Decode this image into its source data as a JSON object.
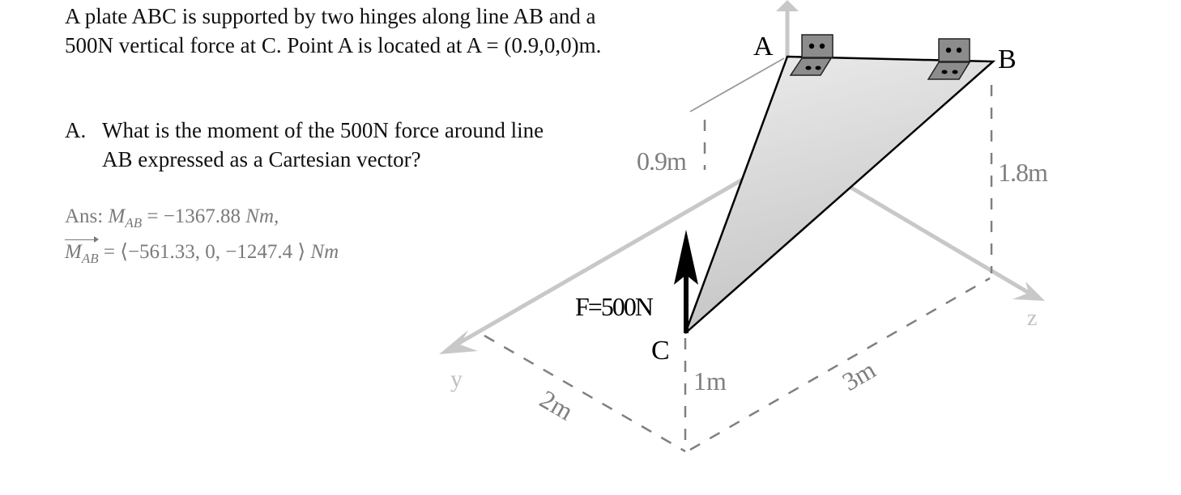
{
  "problem": {
    "statement": "A plate ABC is supported by two hinges along line AB and a 500N vertical force at C. Point A is located at A = (0.9,0,0)m."
  },
  "question": {
    "number": "A.",
    "line1": "What is the moment of the 500N force around line",
    "line2": "AB expressed as a Cartesian vector?"
  },
  "answer": {
    "prefix": "Ans:",
    "scalar_symbol": "M",
    "scalar_sub": "AB",
    "scalar_value": "= −1367.88",
    "scalar_unit": "Nm,",
    "vector_symbol": "M",
    "vector_sub": "AB",
    "vector_value": "= ⟨−561.33, 0, −1247.4 ⟩",
    "vector_unit": "Nm"
  },
  "diagram": {
    "points": {
      "a": "A",
      "b": "B",
      "c": "C"
    },
    "force_label": "F=500N",
    "dims": {
      "d09": "0.9m",
      "d18": "1.8m",
      "d1": "1m",
      "d2": "2m",
      "d3": "3m"
    },
    "axes": {
      "y": "y",
      "z": "z"
    },
    "colors": {
      "plate": "#d6d6d6",
      "hinge": "#8c8c8c",
      "axis": "#c8c8c8",
      "dim": "#7f7f7f"
    }
  }
}
